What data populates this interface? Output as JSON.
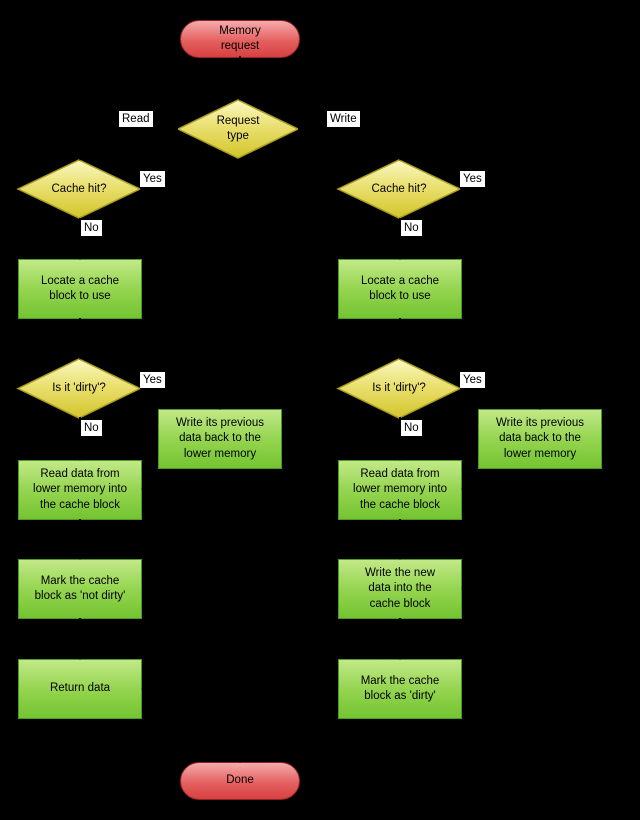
{
  "diagram": {
    "type": "flowchart",
    "background": "#000000",
    "colors": {
      "terminator_top": "#f5abab",
      "terminator_bottom": "#d84040",
      "terminator_border": "#8e2424",
      "decision_top": "#faf7bb",
      "decision_bottom": "#d2c52d",
      "decision_border": "#a89e20",
      "process_top": "#c2e988",
      "process_bottom": "#74c431",
      "process_border": "#4f9a26",
      "edge_label_bg": "#ffffff",
      "text": "#000000"
    },
    "nodes": {
      "memory_request": {
        "shape": "terminator",
        "label": [
          "Memory",
          "request"
        ]
      },
      "request_type": {
        "shape": "decision",
        "label": [
          "Request",
          "type"
        ]
      },
      "cache_hit_read": {
        "shape": "decision",
        "label": [
          "Cache hit?"
        ]
      },
      "locate_read": {
        "shape": "process",
        "label": [
          "Locate a cache",
          "block to use"
        ]
      },
      "is_dirty_read": {
        "shape": "decision",
        "label": [
          "Is it 'dirty'?"
        ]
      },
      "write_back_read": {
        "shape": "process",
        "label": [
          "Write its previous",
          "data back to the",
          "lower memory"
        ]
      },
      "read_lower_read": {
        "shape": "process",
        "label": [
          "Read data from",
          "lower memory into",
          "the cache block"
        ]
      },
      "mark_not_dirty": {
        "shape": "process",
        "label": [
          "Mark the cache",
          "block as 'not dirty'"
        ]
      },
      "return_data": {
        "shape": "process",
        "label": [
          "Return data"
        ]
      },
      "cache_hit_write": {
        "shape": "decision",
        "label": [
          "Cache hit?"
        ]
      },
      "locate_write": {
        "shape": "process",
        "label": [
          "Locate a cache",
          "block to use"
        ]
      },
      "is_dirty_write": {
        "shape": "decision",
        "label": [
          "Is it 'dirty'?"
        ]
      },
      "write_back_write": {
        "shape": "process",
        "label": [
          "Write its previous",
          "data back to the",
          "lower memory"
        ]
      },
      "read_lower_write": {
        "shape": "process",
        "label": [
          "Read data from",
          "lower memory into",
          "the cache block"
        ]
      },
      "write_new_data": {
        "shape": "process",
        "label": [
          "Write the new",
          "data into the",
          "cache block"
        ]
      },
      "mark_dirty": {
        "shape": "process",
        "label": [
          "Mark the cache",
          "block as 'dirty'"
        ]
      },
      "done": {
        "shape": "terminator",
        "label": [
          "Done"
        ]
      }
    },
    "edge_labels": {
      "read": "Read",
      "write": "Write",
      "yes": "Yes",
      "no": "No"
    }
  }
}
